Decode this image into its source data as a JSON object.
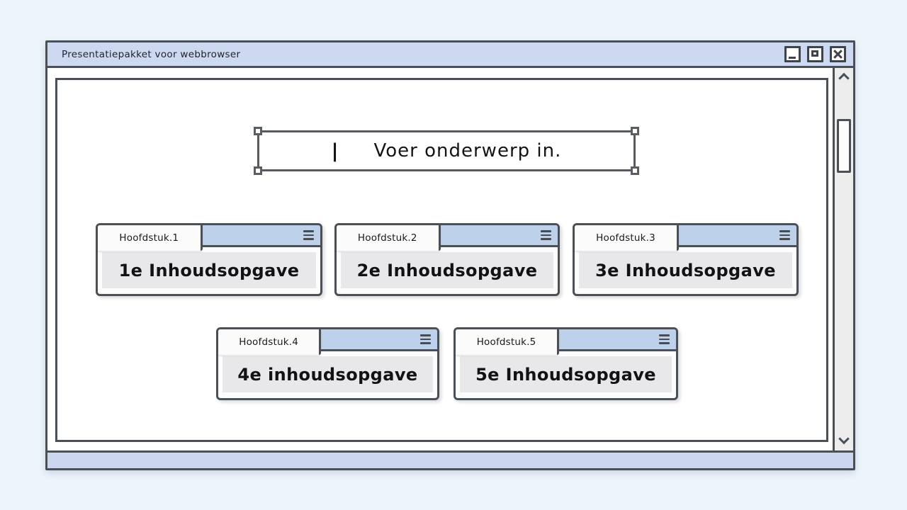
{
  "window": {
    "title": "Presentatiepakket voor webbrowser"
  },
  "slide": {
    "topic_box": {
      "cursor": "|",
      "text": "Voer onderwerp in."
    },
    "chapters": [
      {
        "tab": "Hoofdstuk.1",
        "content": "1e Inhoudsopgave"
      },
      {
        "tab": "Hoofdstuk.2",
        "content": "2e Inhoudsopgave"
      },
      {
        "tab": "Hoofdstuk.3",
        "content": "3e Inhoudsopgave"
      },
      {
        "tab": "Hoofdstuk.4",
        "content": "4e inhoudsopgave"
      },
      {
        "tab": "Hoofdstuk.5",
        "content": "5e Inhoudsopgave"
      }
    ]
  },
  "icons": {
    "minimize": "minimize-icon",
    "maximize": "maximize-icon",
    "close": "close-icon",
    "card_menu": "hamburger-menu-icon",
    "scroll_up": "chevron-up-icon",
    "scroll_down": "chevron-down-icon"
  },
  "colors": {
    "page_background": "#edf4fc",
    "frame_border": "#4a5056",
    "titlebar_background": "#cdd9f1",
    "statusbar_background": "#ccd6ee",
    "card_header_blue": "#bed1ea",
    "card_content_gray": "#e8e8ea",
    "scroll_track": "#ededee",
    "text_dark": "#16181c"
  }
}
